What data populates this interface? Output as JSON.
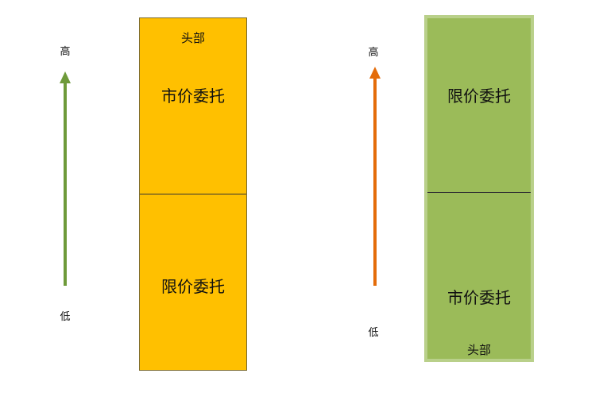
{
  "left": {
    "high_label": "高",
    "low_label": "低",
    "arrow_color": "#6E9A3A",
    "box_color": "#FFC000",
    "top_section": {
      "head": "头部",
      "label": "市价委托"
    },
    "bottom_section": {
      "label": "限价委托"
    }
  },
  "right": {
    "high_label": "高",
    "low_label": "低",
    "arrow_color": "#E46C0A",
    "box_color": "#9BBB59",
    "top_section": {
      "label": "限价委托"
    },
    "bottom_section": {
      "label": "市价委托",
      "head": "头部"
    }
  }
}
